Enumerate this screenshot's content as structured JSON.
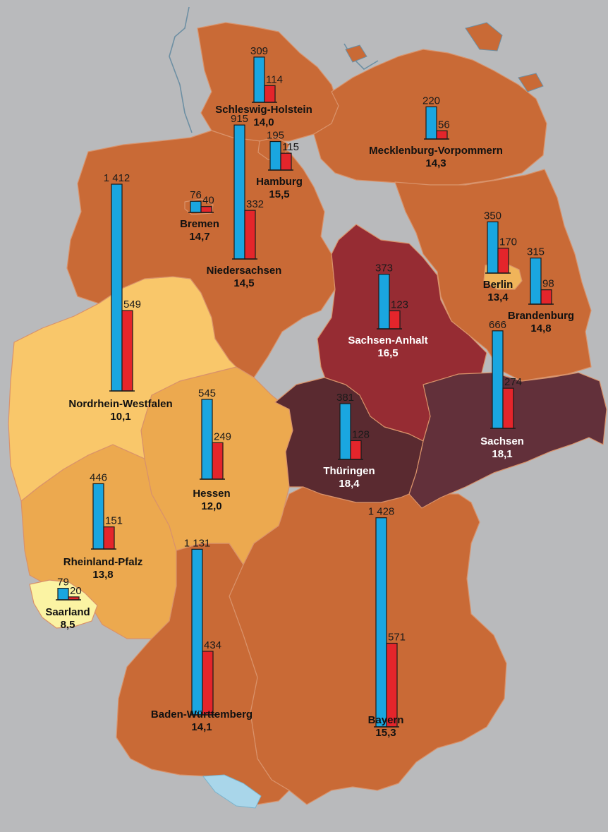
{
  "colors": {
    "background": "#b9babc",
    "bar_a": "#1aa6e0",
    "bar_b": "#e4252b",
    "fill_nrw": "#f9c76a",
    "fill_hessen_rp": "#eca94f",
    "fill_saarland": "#fbf3a3",
    "fill_standard": "#c96a36",
    "fill_sachsen_anhalt": "#962c33",
    "fill_sachsen": "#62303a",
    "fill_thueringen": "#5a2a30"
  },
  "chart_data": {
    "type": "bar",
    "states": [
      {
        "id": "sh",
        "name": "Schleswig-Holstein",
        "value": "14,0",
        "bar_a": 309,
        "bar_b": 114,
        "label_a": "309",
        "label_b": "114"
      },
      {
        "id": "hh",
        "name": "Hamburg",
        "value": "15,5",
        "bar_a": 195,
        "bar_b": 115,
        "label_a": "195",
        "label_b": "115"
      },
      {
        "id": "mv",
        "name": "Mecklenburg-Vorpommern",
        "value": "14,3",
        "bar_a": 220,
        "bar_b": 56,
        "label_a": "220",
        "label_b": "56"
      },
      {
        "id": "hb",
        "name": "Bremen",
        "value": "14,7",
        "bar_a": 76,
        "bar_b": 40,
        "label_a": "76",
        "label_b": "40"
      },
      {
        "id": "ni",
        "name": "Niedersachsen",
        "value": "14,5",
        "bar_a": 915,
        "bar_b": 332,
        "label_a": "915",
        "label_b": "332"
      },
      {
        "id": "nw",
        "name": "Nordrhein-Westfalen",
        "value": "10,1",
        "bar_a": 1412,
        "bar_b": 549,
        "label_a": "1 412",
        "label_b": "549"
      },
      {
        "id": "be",
        "name": "Berlin",
        "value": "13,4",
        "bar_a": 350,
        "bar_b": 170,
        "label_a": "350",
        "label_b": "170"
      },
      {
        "id": "bb",
        "name": "Brandenburg",
        "value": "14,8",
        "bar_a": 315,
        "bar_b": 98,
        "label_a": "315",
        "label_b": "98"
      },
      {
        "id": "st",
        "name": "Sachsen-Anhalt",
        "value": "16,5",
        "bar_a": 373,
        "bar_b": 123,
        "label_a": "373",
        "label_b": "123"
      },
      {
        "id": "sn",
        "name": "Sachsen",
        "value": "18,1",
        "bar_a": 666,
        "bar_b": 274,
        "label_a": "666",
        "label_b": "274"
      },
      {
        "id": "th",
        "name": "Thüringen",
        "value": "18,4",
        "bar_a": 381,
        "bar_b": 128,
        "label_a": "381",
        "label_b": "128"
      },
      {
        "id": "he",
        "name": "Hessen",
        "value": "12,0",
        "bar_a": 545,
        "bar_b": 249,
        "label_a": "545",
        "label_b": "249"
      },
      {
        "id": "rp",
        "name": "Rheinland-Pfalz",
        "value": "13,8",
        "bar_a": 446,
        "bar_b": 151,
        "label_a": "446",
        "label_b": "151"
      },
      {
        "id": "sl",
        "name": "Saarland",
        "value": "8,5",
        "bar_a": 79,
        "bar_b": 20,
        "label_a": "79",
        "label_b": "20"
      },
      {
        "id": "bw",
        "name": "Baden-Württemberg",
        "value": "14,1",
        "bar_a": 1131,
        "bar_b": 434,
        "label_a": "1 131",
        "label_b": "434"
      },
      {
        "id": "by",
        "name": "Bayern",
        "value": "15,3",
        "bar_a": 1428,
        "bar_b": 571,
        "label_a": "1 428",
        "label_b": "571"
      }
    ]
  }
}
